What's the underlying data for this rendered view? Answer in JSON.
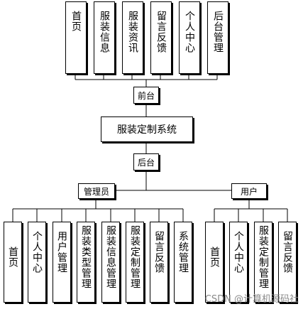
{
  "top_modules": [
    "首页",
    "服装信息",
    "服装资讯",
    "留言反馈",
    "个人中心",
    "后台管理"
  ],
  "frontend_label": "前台",
  "system_title": "服装定制系统",
  "backend_label": "后台",
  "admin_label": "管理员",
  "user_label": "用户",
  "admin_modules": [
    "首页",
    "个人中心",
    "用户管理",
    "服装类型管理",
    "服装信息管理",
    "服装定制管理",
    "留言反馈",
    "系统管理"
  ],
  "user_modules": [
    "首页",
    "个人中心",
    "服装定制管理",
    "留言反馈"
  ],
  "watermark": "CSDN @计算机源码社"
}
